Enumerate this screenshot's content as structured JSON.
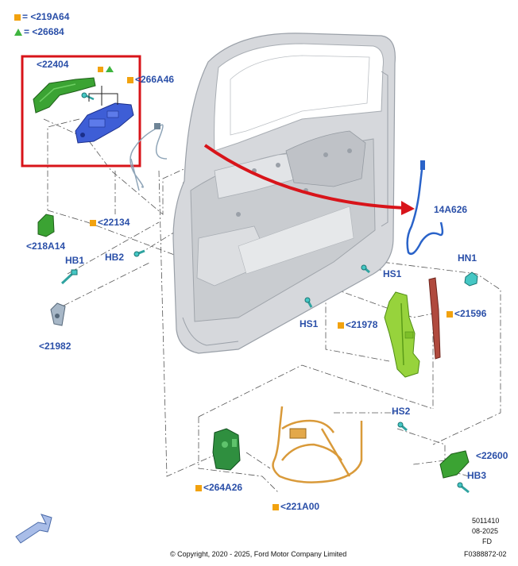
{
  "legend": {
    "square_text": "= <219A64",
    "triangle_text": "= <26684"
  },
  "colors": {
    "square": "#f2a20e",
    "triangle": "#3fb53f",
    "label": "#2a4fa8",
    "highlight_box": "#d8141a",
    "arrow": "#d8141a"
  },
  "callouts": {
    "l22404": "<22404",
    "l266A46": "<266A46",
    "l22134": "<22134",
    "l218A14": "<218A14",
    "lHB1": "HB1",
    "lHB2": "HB2",
    "l21982": "<21982",
    "l14A626": "14A626",
    "lHN1": "HN1",
    "lHS1a": "HS1",
    "lHS1b": "HS1",
    "l21978": "<21978",
    "l21596": "<21596",
    "lHS2": "HS2",
    "l22600": "<22600",
    "lHB3": "HB3",
    "l264A26": "<264A26",
    "l221A00": "<221A00"
  },
  "icons": {
    "nav": "navigate-arrow-icon"
  },
  "footer": {
    "doc_number": "5011410",
    "date": "08-2025",
    "code": "FD",
    "figure_id": "F0388872-02",
    "copyright": "© Copyright, 2020 - 2025, Ford Motor Company Limited"
  }
}
